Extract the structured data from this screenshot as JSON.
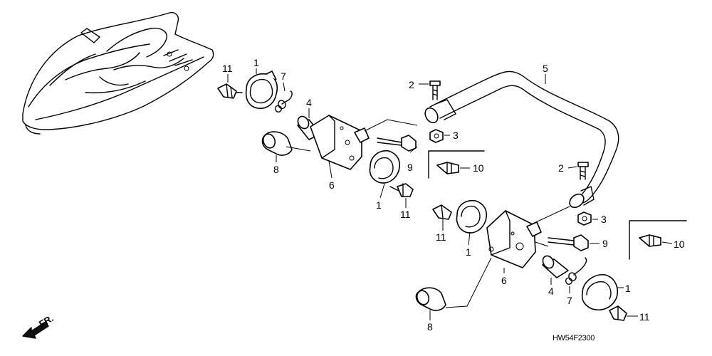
{
  "diagram": {
    "code": "HW54F2300",
    "direction": "FR.",
    "callouts": {
      "c1a": "1",
      "c1b": "1",
      "c1c": "1",
      "c1d": "1",
      "c2a": "2",
      "c2b": "2",
      "c3a": "3",
      "c3b": "3",
      "c4a": "4",
      "c4b": "4",
      "c5": "5",
      "c6a": "6",
      "c6b": "6",
      "c7a": "7",
      "c7b": "7",
      "c8a": "8",
      "c8b": "8",
      "c9a": "9",
      "c9b": "9",
      "c10a": "10",
      "c10b": "10",
      "c11a": "11",
      "c11b": "11",
      "c11c": "11",
      "c11d": "11"
    }
  }
}
